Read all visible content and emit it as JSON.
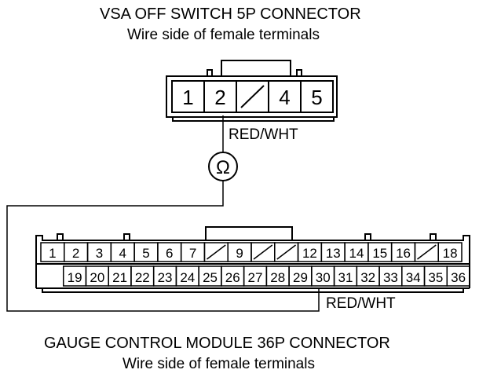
{
  "top_connector": {
    "title": "VSA OFF SWITCH 5P CONNECTOR",
    "subtitle": "Wire side of female terminals",
    "terminals": [
      "1",
      "2",
      "",
      "4",
      "5"
    ],
    "wire_label": "RED/WHT"
  },
  "meter_symbol": "Ω",
  "bottom_connector": {
    "title": "GAUGE CONTROL MODULE 36P CONNECTOR",
    "subtitle": "Wire side of female terminals",
    "row1": [
      "1",
      "2",
      "3",
      "4",
      "5",
      "6",
      "7",
      "",
      "9",
      "",
      "",
      "12",
      "13",
      "14",
      "15",
      "16",
      "",
      "18"
    ],
    "row2": [
      "",
      "19",
      "20",
      "21",
      "22",
      "23",
      "24",
      "25",
      "26",
      "27",
      "28",
      "29",
      "30",
      "31",
      "32",
      "33",
      "34",
      "35",
      "36"
    ],
    "wire_label": "RED/WHT"
  }
}
